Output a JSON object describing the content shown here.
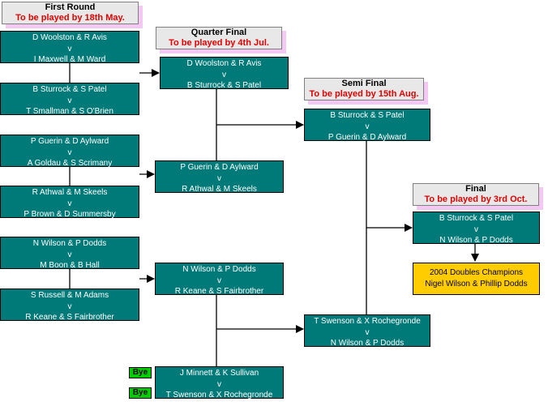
{
  "headers": {
    "first_round": {
      "title": "First Round",
      "date": "To be played by 18th May."
    },
    "quarter_final": {
      "title": "Quarter Final",
      "date": "To be played by 4th Jul."
    },
    "semi_final": {
      "title": "Semi Final",
      "date": "To be played by 15th Aug."
    },
    "final": {
      "title": "Final",
      "date": "To be played by 3rd Oct."
    }
  },
  "vs": "v",
  "first_round": [
    {
      "a": "D Woolston & R Avis",
      "b": "I Maxwell & M Ward"
    },
    {
      "a": "B Sturrock & S Patel",
      "b": "T Smallman & S O'Brien"
    },
    {
      "a": "P Guerin & D Aylward",
      "b": "A Goldau & S Scrimany"
    },
    {
      "a": "R Athwal & M Skeels",
      "b": "P Brown & D Summersby"
    },
    {
      "a": "N Wilson & P Dodds",
      "b": "M Boon & B Hall"
    },
    {
      "a": "S Russell & M Adams",
      "b": "R Keane & S Fairbrother"
    }
  ],
  "byes": [
    "Bye",
    "Bye"
  ],
  "quarter_final": [
    {
      "a": "D Woolston & R Avis",
      "b": "B Sturrock & S Patel"
    },
    {
      "a": "P Guerin & D Aylward",
      "b": "R Athwal & M Skeels"
    },
    {
      "a": "N Wilson & P Dodds",
      "b": "R Keane & S Fairbrother"
    },
    {
      "a": "J Minnett & K Sullivan",
      "b": "T Swenson & X  Rochegronde"
    }
  ],
  "semi_final": [
    {
      "a": "B Sturrock & S Patel",
      "b": "P Guerin & D Aylward"
    },
    {
      "a": "T Swenson & X  Rochegronde",
      "b": "N Wilson & P Dodds"
    }
  ],
  "final": {
    "a": "B Sturrock & S Patel",
    "b": "N Wilson & P Dodds"
  },
  "champions": {
    "title": "2004 Doubles Champions",
    "names": "Nigel Wilson & Phillip Dodds"
  }
}
